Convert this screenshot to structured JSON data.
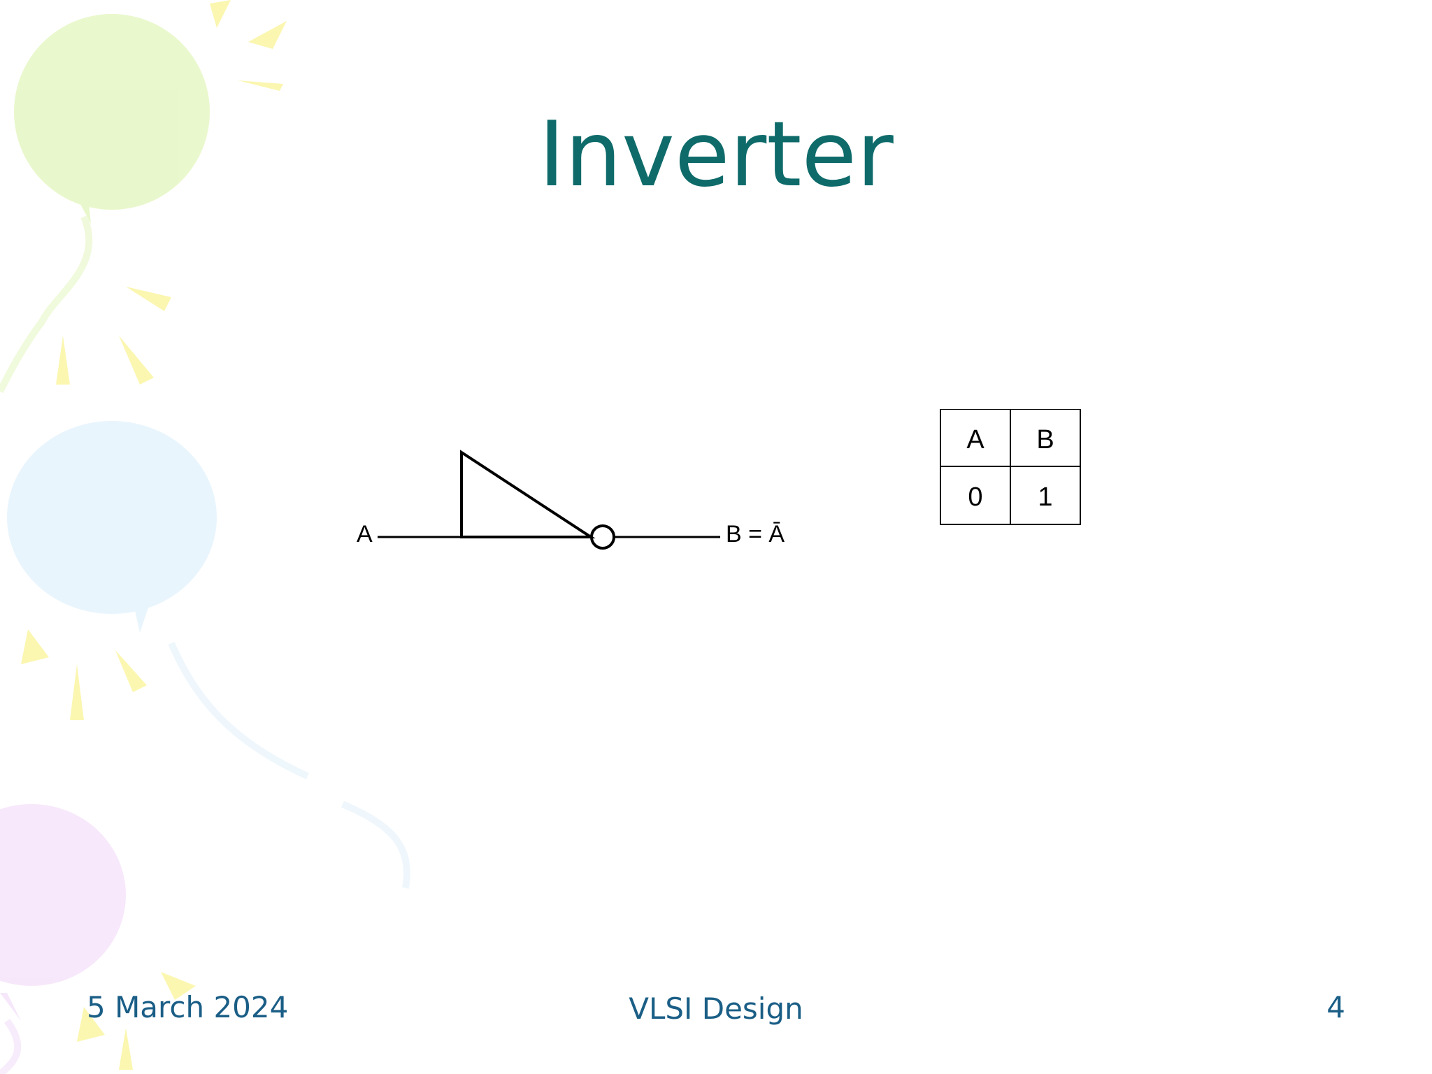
{
  "slide": {
    "title": "Inverter"
  },
  "figure": {
    "input_label": "A",
    "output_label": "B = Ā",
    "truth_table": {
      "headers": [
        "A",
        "B"
      ],
      "rows": [
        [
          "0",
          "1"
        ]
      ]
    }
  },
  "footer": {
    "date": "5 March 2024",
    "center": "VLSI Design",
    "page_number": "4"
  },
  "colors": {
    "title": "#0e6b6a",
    "footer": "#1a5e86"
  }
}
